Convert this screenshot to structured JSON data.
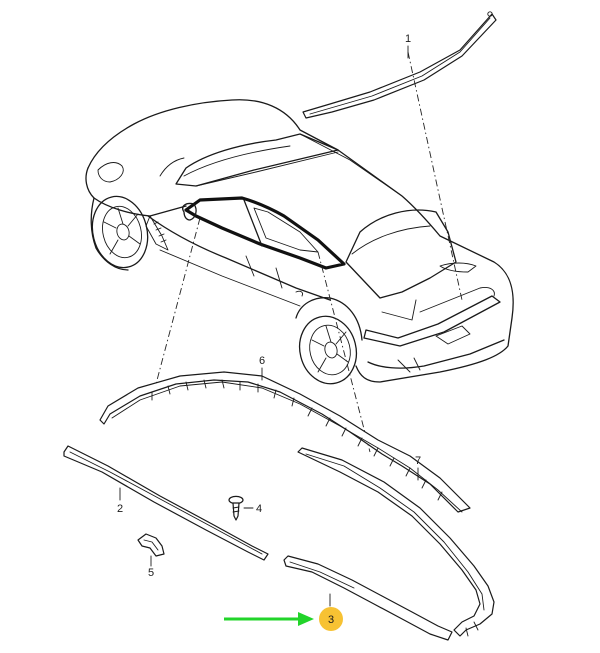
{
  "diagram": {
    "highlight_color": "#f7c233",
    "arrow_color": "#22d42a",
    "callouts": [
      {
        "id": "1",
        "label": "1"
      },
      {
        "id": "2",
        "label": "2"
      },
      {
        "id": "3",
        "label": "3",
        "highlighted": true
      },
      {
        "id": "4",
        "label": "4"
      },
      {
        "id": "5",
        "label": "5"
      },
      {
        "id": "6",
        "label": "6"
      },
      {
        "id": "7",
        "label": "7"
      }
    ],
    "pointer_icon": "right-arrow-icon"
  }
}
